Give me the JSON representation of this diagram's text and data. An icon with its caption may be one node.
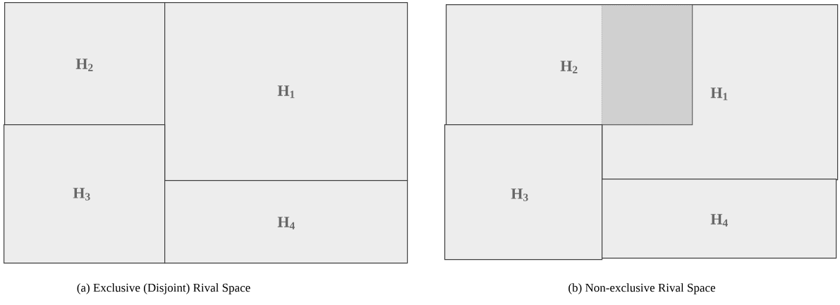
{
  "diagram": {
    "nodes": [
      {
        "text": [
          "H$_{2}$"
        ]
      },
      {
        "text": [
          "H$_{1}$"
        ]
      },
      {
        "text": [
          "H$_{3}$"
        ]
      },
      {
        "text": [
          "H$_{4}$"
        ]
      },
      {
        "text": [
          "H$_{2}$"
        ]
      },
      {
        "text": [
          "H$_{1}$"
        ]
      },
      {
        "text": [],
        "shape": "box"
      },
      {
        "text": [
          "H$_{3}$"
        ]
      },
      {
        "text": [
          "H$_{4}$"
        ]
      }
    ],
    "labels": [
      "(a) Exclusive (Disjoint) Rival Space",
      "(b) Non-exclusive Rival Space"
    ]
  }
}
